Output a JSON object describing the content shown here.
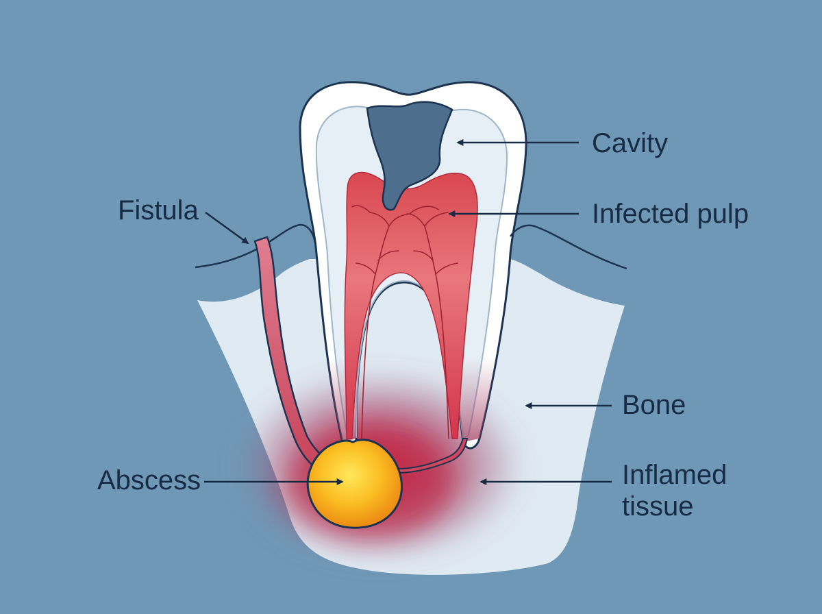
{
  "labels": {
    "cavity": "Cavity",
    "infected_pulp": "Infected pulp",
    "fistula": "Fistula",
    "bone": "Bone",
    "abscess": "Abscess",
    "inflamed_tissue_line1": "Inflamed",
    "inflamed_tissue_line2": "tissue"
  },
  "colors": {
    "background": "#6f98b6",
    "outline": "#1c3350",
    "bone": "#dfeaf2",
    "enamel": "#ffffff",
    "dentin": "#e6eff5",
    "pulp": "#e1626c",
    "cavity": "#4d6e8c",
    "abscess": "#f5b21c",
    "inflammation": "#b02a4a"
  }
}
